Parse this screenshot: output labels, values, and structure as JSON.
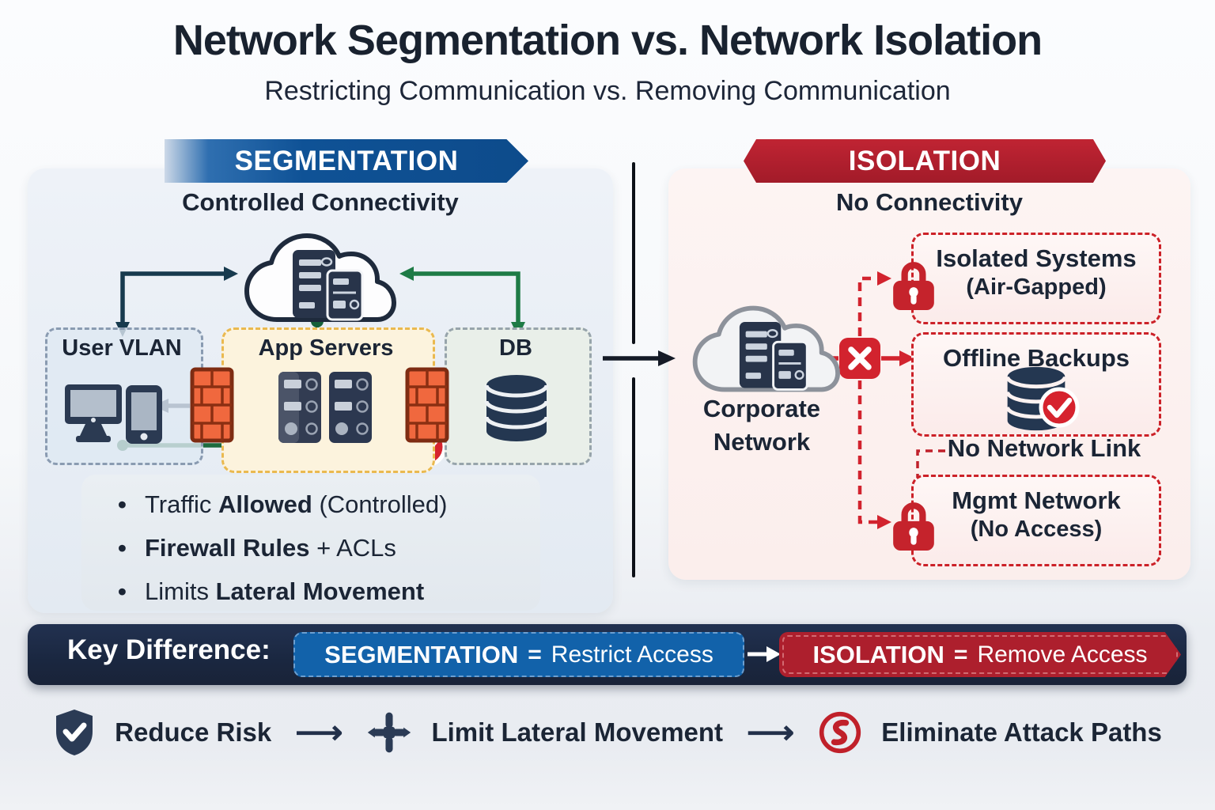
{
  "title": "Network Segmentation vs. Network Isolation",
  "subtitle": "Restricting Communication vs. Removing Communication",
  "icons": {
    "bullet": "•",
    "flow_arrow": "⟶"
  },
  "colors": {
    "segmentation_blue": "#0f5296",
    "isolation_red": "#b01f2e",
    "navy_text": "#1b2535",
    "green_link": "#1e7b46",
    "firewall_orange": "#f0683e",
    "alert_red": "#d2232e",
    "bar_navy": "#1c2940"
  },
  "segmentation": {
    "banner": "SEGMENTATION",
    "subheading": "Controlled Connectivity",
    "boxes": {
      "user_vlan": "User VLAN",
      "app_servers": "App Servers",
      "db": "DB"
    },
    "bullets": [
      {
        "pre": "Traffic ",
        "bold": "Allowed",
        "post": " (Controlled)"
      },
      {
        "pre": "",
        "bold": "Firewall Rules",
        "post": " + ACLs"
      },
      {
        "pre": "Limits ",
        "bold": "Lateral Movement",
        "post": ""
      }
    ]
  },
  "isolation": {
    "banner": "ISOLATION",
    "subheading": "No Connectivity",
    "cloud_label": "Corporate Network",
    "boxes": {
      "isolated_systems": {
        "line1": "Isolated Systems",
        "line2": "(Air-Gapped)"
      },
      "offline_backups": {
        "title": "Offline Backups"
      },
      "no_network_link": "No Network Link",
      "mgmt_network": {
        "line1": "Mgmt Network",
        "line2": "(No Access)"
      }
    }
  },
  "key_difference": {
    "label": "Key Difference:",
    "segmentation_rule": {
      "term": "SEGMENTATION",
      "eq": "=",
      "value": "Restrict Access"
    },
    "isolation_rule": {
      "term": "ISOLATION",
      "eq": "=",
      "value": "Remove Access"
    }
  },
  "footer": {
    "steps": [
      {
        "label": "Reduce Risk"
      },
      {
        "label": "Limit Lateral Movement"
      },
      {
        "label": "Eliminate Attack Paths"
      }
    ]
  }
}
